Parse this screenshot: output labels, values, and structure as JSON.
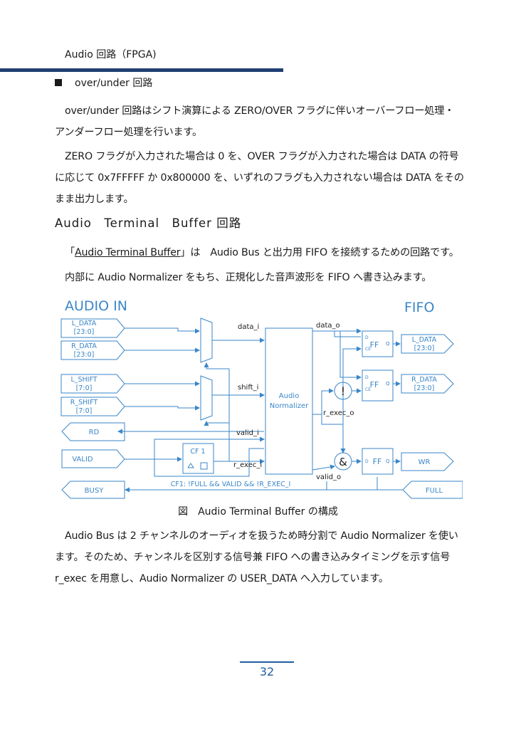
{
  "header": {
    "title": "Audio 回路（FPGA)"
  },
  "bullet": {
    "label": "over/under 回路"
  },
  "paragraphs": {
    "p1": "over/under 回路はシフト演算による ZERO/OVER フラグに伴いオーバーフロー処理・アンダーフロー処理を行います。",
    "p2": "ZERO フラグが入力された場合は 0 を、OVER フラグが入力された場合は DATA の符号に応じて 0x7FFFFF か 0x800000 を、いずれのフラグも入力されない場合は DATA をそのまま出力します。",
    "p3_prefix": "「",
    "p3_link": "Audio Terminal Buffer",
    "p3_suffix": "」は　Audio Bus と出力用 FIFO を接続するための回路です。",
    "p4": "内部に Audio Normalizer をもち、正規化した音声波形を FIFO へ書き込みます。",
    "p5": "Audio Bus は 2 チャンネルのオーディオを扱うため時分割で Audio Normalizer を使います。そのため、チャンネルを区別する信号兼 FIFO への書き込みタイミングを示す信号 r_exec を用意し、Audio Normalizer の USER_DATA へ入力しています。"
  },
  "section": {
    "title": "Audio　Terminal　Buffer 回路"
  },
  "figure": {
    "audio_in": "AUDIO IN",
    "fifo": "FIFO",
    "ports_left": {
      "l_data": "L_DATA",
      "l_data_w": "[23:0]",
      "r_data": "R_DATA",
      "r_data_w": "[23:0]",
      "l_shift": "L_SHIFT",
      "l_shift_w": "[7:0]",
      "r_shift": "R_SHIFT",
      "r_shift_w": "[7:0]",
      "rd": "RD",
      "valid": "VALID",
      "busy": "BUSY"
    },
    "ports_right": {
      "l_data": "L_DATA",
      "l_data_w": "[23:0]",
      "r_data": "R_DATA",
      "r_data_w": "[23:0]",
      "wr": "WR",
      "full": "FULL"
    },
    "signals": {
      "data_i": "data_i",
      "data_o": "data_o",
      "shift_i": "shift_i",
      "valid_i": "valid_i",
      "r_exec_i": "r_exec_i",
      "r_exec_o": "r_exec_o",
      "valid_o": "valid_o"
    },
    "normalizer_l1": "Audio",
    "normalizer_l2": "Normalizer",
    "cf_label": "CF 1",
    "cf_condition": "CF1: !FULL && VALID && !R_EXEC_I",
    "ff": "FF",
    "ff_d": "D",
    "ff_ce": "CE",
    "ff_q": "Q",
    "not_sym": "!",
    "and_sym": "&",
    "caption": "図　Audio Terminal Buffer の構成",
    "color_accent": "#3a86c8"
  },
  "page_number": "32"
}
